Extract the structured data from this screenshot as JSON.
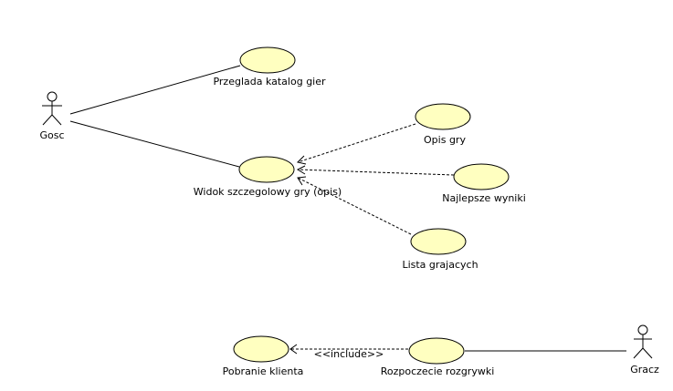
{
  "actors": {
    "gosc": "Gosc",
    "gracz": "Gracz"
  },
  "use_cases": {
    "przeglada_katalog": "Przeglada katalog gier",
    "widok_szczegolowy": "Widok szczegolowy gry (opis)",
    "opis_gry": "Opis gry",
    "najlepsze_wyniki": "Najlepsze wyniki",
    "lista_grajacych": "Lista grajacych",
    "pobranie_klienta": "Pobranie klienta",
    "rozpoczecie_rozgrywki": "Rozpoczecie rozgrywki"
  },
  "relations": {
    "include_stereotype": "<<include>>"
  },
  "colors": {
    "usecase_fill": "#ffffc0",
    "line": "#000000",
    "background": "#ffffff"
  }
}
